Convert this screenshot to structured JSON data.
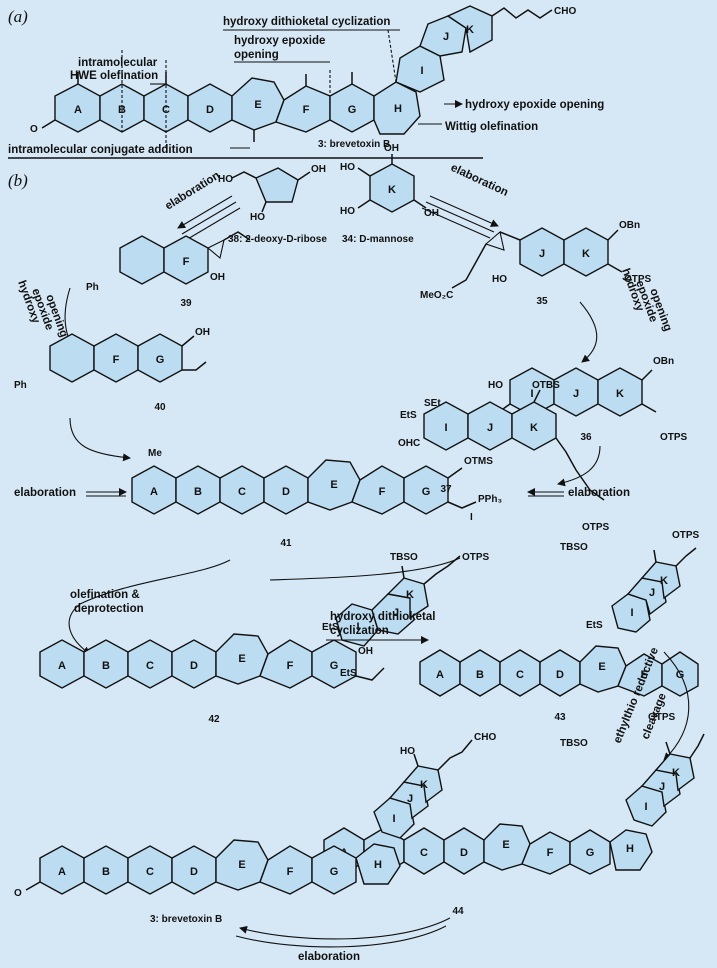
{
  "panels": {
    "a": "(a)",
    "b": "(b)"
  },
  "panel_a": {
    "annotations": {
      "hdc": "hydroxy dithioketal cyclization",
      "heo1_a": "hydroxy epoxide",
      "heo1_b": "opening",
      "hwe_a": "intramolecular",
      "hwe_b": "HWE olefination",
      "heo2": "hydroxy epoxide opening",
      "wittig": "Wittig olefination",
      "conj": "intramolecular conjugate addition"
    },
    "compound": "3: brevetoxin B",
    "cho": "CHO",
    "rings": [
      "A",
      "B",
      "C",
      "D",
      "E",
      "F",
      "G",
      "H",
      "I",
      "J",
      "K"
    ]
  },
  "panel_b": {
    "sm1": "38: 2-deoxy-D-ribose",
    "sm2": "34: D-mannose",
    "arrows": {
      "elab_left": "elaboration",
      "elab_right": "elaboration",
      "heo_left": [
        "hydroxy",
        "epoxide",
        "opening"
      ],
      "heo_right": [
        "hydroxy",
        "epoxide",
        "opening"
      ],
      "elab_mid_left": "elaboration",
      "elab_mid_right": "elaboration",
      "olef_a": "olefination &",
      "olef_b": "deprotection",
      "hdc_a": "hydroxy dithioketal",
      "hdc_b": "cyclization",
      "ethyl_a": "ethylthio reductive",
      "ethyl_b": "cleavage",
      "elab_bottom": "elaboration"
    },
    "compounds": {
      "c39": "39",
      "c35": "35",
      "c40": "40",
      "c36": "36",
      "c41": "41",
      "c37": "37",
      "c42": "42",
      "c43": "43",
      "c44": "44",
      "c3": "3: brevetoxin B"
    },
    "groups": {
      "obn": "OBn",
      "otps": "OTPS",
      "otbs": "OTBS",
      "otms": "OTMS",
      "tbso": "TBSO",
      "meo2c": "MeO₂C",
      "ph": "Ph",
      "oh": "OH",
      "ho": "HO",
      "ets": "EtS",
      "set": "SEt",
      "ohc": "OHC",
      "pph3": "PPh₃",
      "iminus": "I",
      "cho": "CHO",
      "me": "Me",
      "h": "H"
    }
  },
  "colors": {
    "background": "#d6e8f5",
    "ring_fill": "#bcdcf1",
    "ink": "#111111"
  }
}
